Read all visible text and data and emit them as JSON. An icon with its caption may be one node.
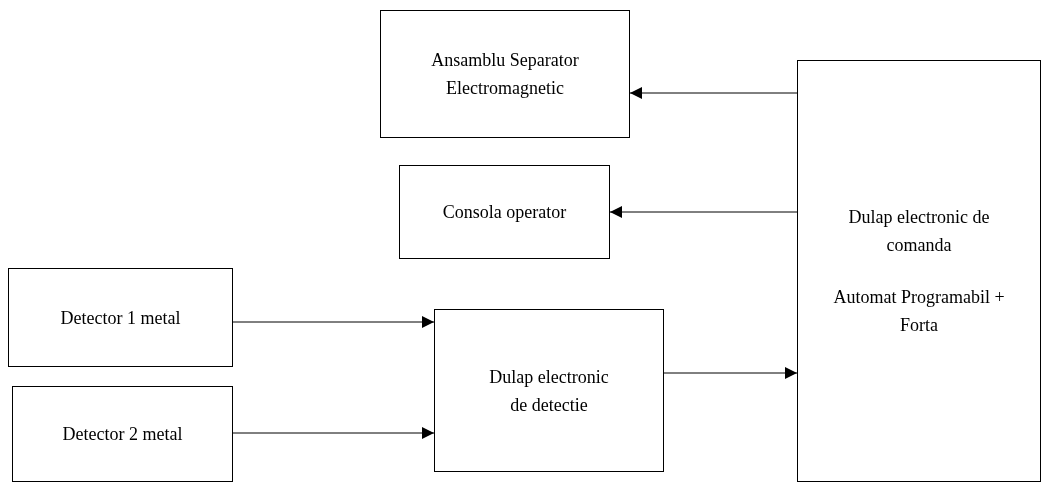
{
  "diagram": {
    "nodes": [
      {
        "text": [
          "Ansamblu Separator Electromagnetic"
        ]
      },
      {
        "text": [
          "Consola operator"
        ]
      },
      {
        "text": [
          "Detector 1 metal"
        ]
      },
      {
        "text": [
          "Dulap electronic de detectie"
        ]
      },
      {
        "text": [
          "Detector 2 metal"
        ]
      },
      {
        "text": [
          "Dulap electronic de comanda",
          "Automat Programabil + Forta"
        ]
      }
    ],
    "edges": [
      {
        "from": 5,
        "to": 0,
        "arrow": "to"
      },
      {
        "from": 5,
        "to": 1,
        "arrow": "to"
      },
      {
        "from": 2,
        "to": 3,
        "arrow": "to"
      },
      {
        "from": 4,
        "to": 3,
        "arrow": "to"
      },
      {
        "from": 3,
        "to": 5,
        "arrow": "to"
      }
    ]
  }
}
